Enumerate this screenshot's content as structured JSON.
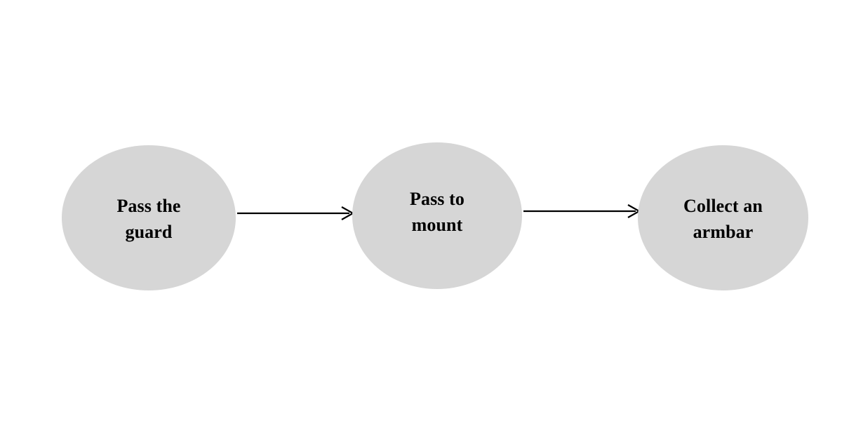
{
  "diagram": {
    "type": "flowchart",
    "orientation": "horizontal",
    "background_color": "#ffffff",
    "node_fill_color": "#d6d6d6",
    "edge_color": "#000000",
    "text_color": "#000000",
    "nodes": [
      {
        "id": "node-pass-the-guard",
        "label": "Pass the\nguard",
        "line1": "Pass the",
        "line2": "guard",
        "shape": "ellipse"
      },
      {
        "id": "node-pass-to-mount",
        "label": "Pass to\nmount",
        "line1": "Pass to",
        "line2": "mount",
        "shape": "ellipse"
      },
      {
        "id": "node-collect-an-armbar",
        "label": "Collect an\narmbar",
        "line1": "Collect an",
        "line2": "armbar",
        "shape": "ellipse"
      }
    ],
    "edges": [
      {
        "id": "edge-guard-to-mount",
        "from": "node-pass-the-guard",
        "to": "node-pass-to-mount",
        "label": "",
        "arrowhead": "open-v"
      },
      {
        "id": "edge-mount-to-armbar",
        "from": "node-pass-to-mount",
        "to": "node-collect-an-armbar",
        "label": "",
        "arrowhead": "open-v"
      }
    ]
  }
}
